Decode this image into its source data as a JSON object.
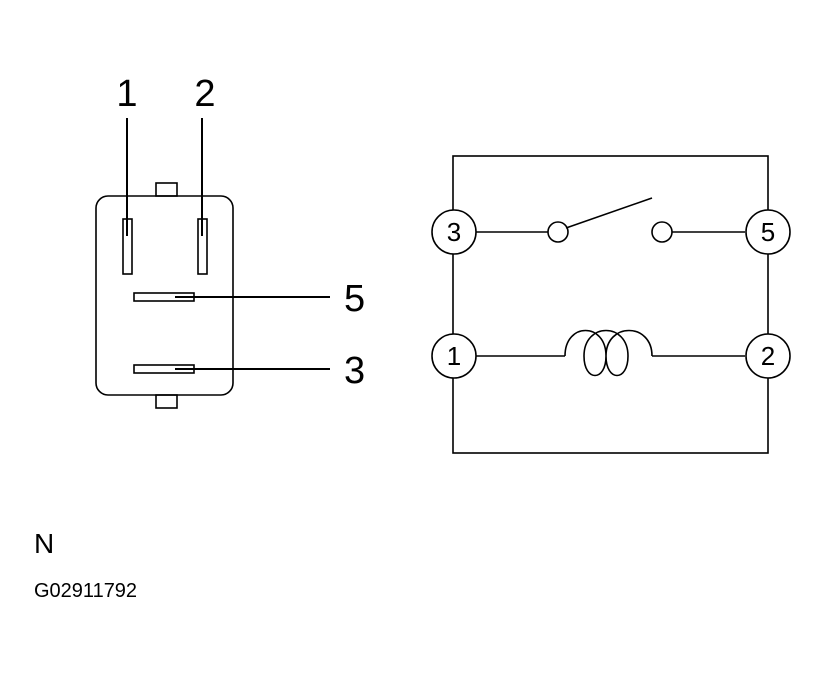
{
  "connector": {
    "pin_labels": [
      "1",
      "2",
      "5",
      "3"
    ]
  },
  "schematic": {
    "terminals": [
      "3",
      "5",
      "1",
      "2"
    ]
  },
  "caption": {
    "view_letter": "N",
    "figure_id": "G02911792"
  }
}
